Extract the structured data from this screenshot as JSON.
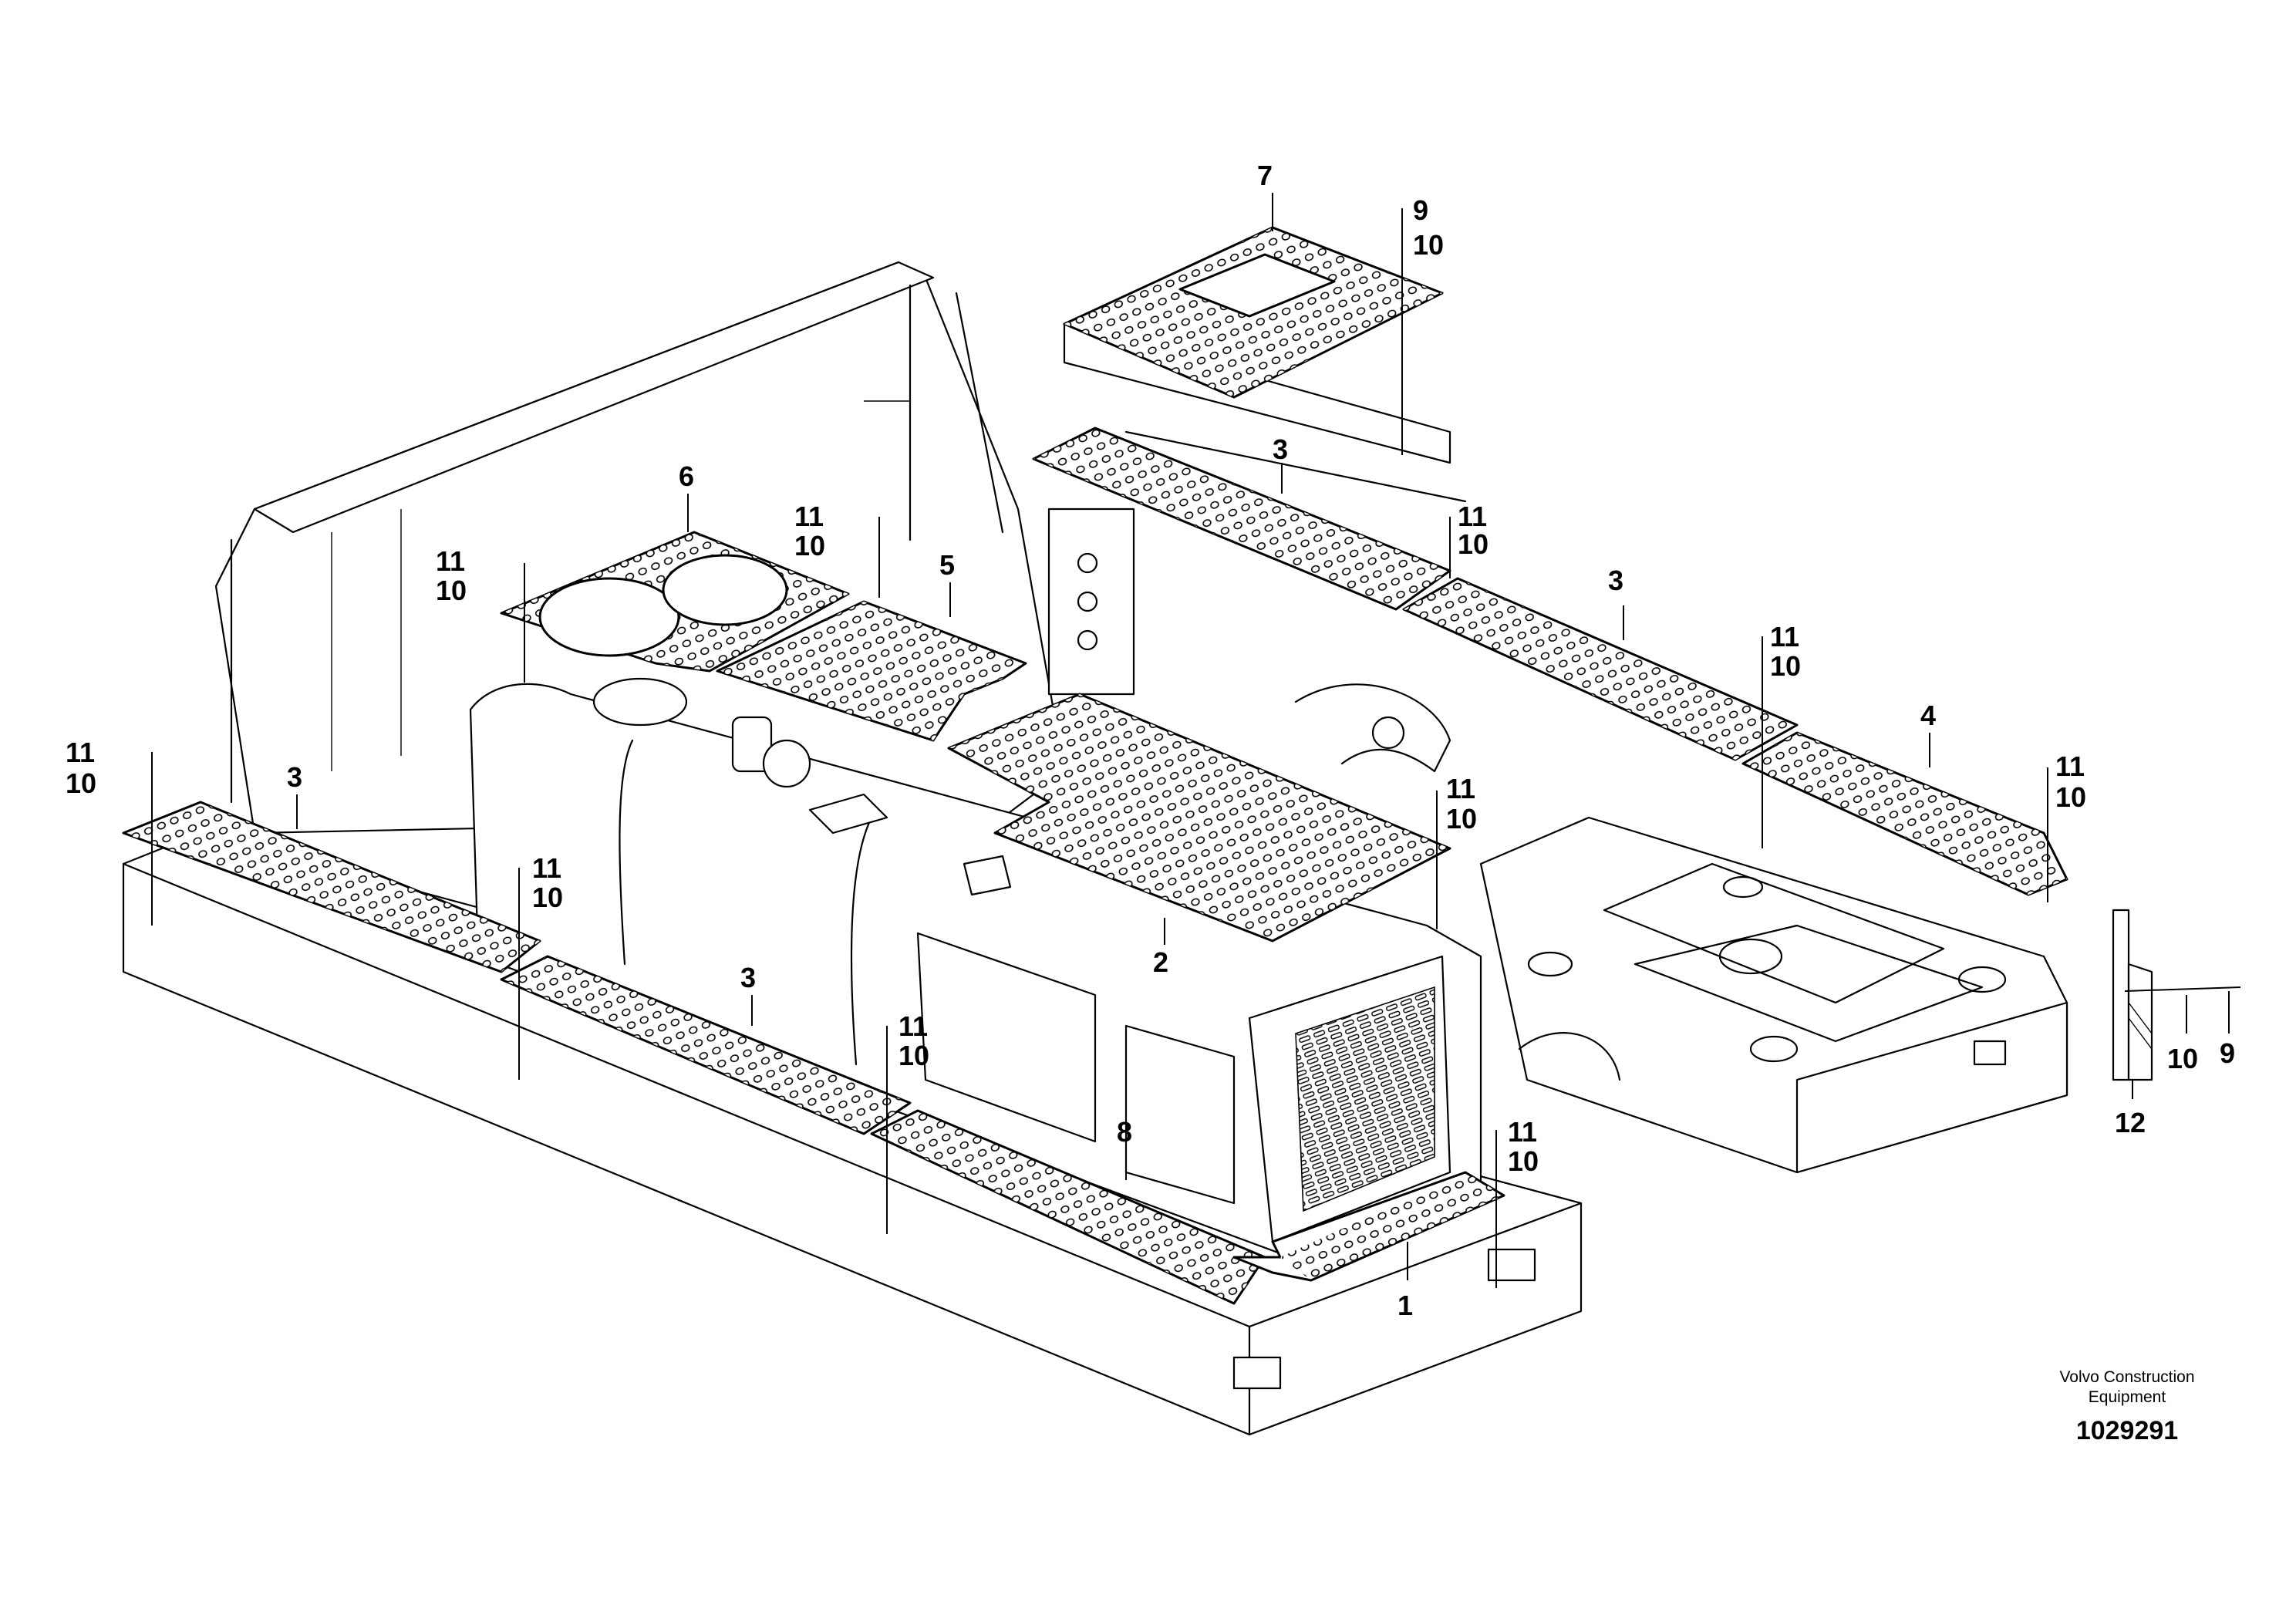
{
  "drawing": {
    "brand_line1": "Volvo Construction",
    "brand_line2": "Equipment",
    "doc_number": "1029291"
  },
  "callouts": [
    {
      "id": "c7",
      "text": "7"
    },
    {
      "id": "c9a",
      "text": "9"
    },
    {
      "id": "c10a",
      "text": "10"
    },
    {
      "id": "c3a",
      "text": "3"
    },
    {
      "id": "c11a",
      "text": "11"
    },
    {
      "id": "c10b",
      "text": "10"
    },
    {
      "id": "c3b",
      "text": "3"
    },
    {
      "id": "c11b",
      "text": "11"
    },
    {
      "id": "c10c",
      "text": "10"
    },
    {
      "id": "c4",
      "text": "4"
    },
    {
      "id": "c11c",
      "text": "11"
    },
    {
      "id": "c10d",
      "text": "10"
    },
    {
      "id": "c6",
      "text": "6"
    },
    {
      "id": "c11d",
      "text": "11"
    },
    {
      "id": "c10e",
      "text": "10"
    },
    {
      "id": "c11e",
      "text": "11"
    },
    {
      "id": "c10f",
      "text": "10"
    },
    {
      "id": "c5",
      "text": "5"
    },
    {
      "id": "c11f",
      "text": "11"
    },
    {
      "id": "c10g",
      "text": "10"
    },
    {
      "id": "c3c",
      "text": "3"
    },
    {
      "id": "c11g",
      "text": "11"
    },
    {
      "id": "c10h",
      "text": "10"
    },
    {
      "id": "c2",
      "text": "2"
    },
    {
      "id": "c11h",
      "text": "11"
    },
    {
      "id": "c10i",
      "text": "10"
    },
    {
      "id": "c3d",
      "text": "3"
    },
    {
      "id": "c11i",
      "text": "11"
    },
    {
      "id": "c10j",
      "text": "10"
    },
    {
      "id": "c8",
      "text": "8"
    },
    {
      "id": "c11j",
      "text": "11"
    },
    {
      "id": "c10k",
      "text": "10"
    },
    {
      "id": "c1",
      "text": "1"
    },
    {
      "id": "c10l",
      "text": "10"
    },
    {
      "id": "c9b",
      "text": "9"
    },
    {
      "id": "c12",
      "text": "12"
    }
  ]
}
